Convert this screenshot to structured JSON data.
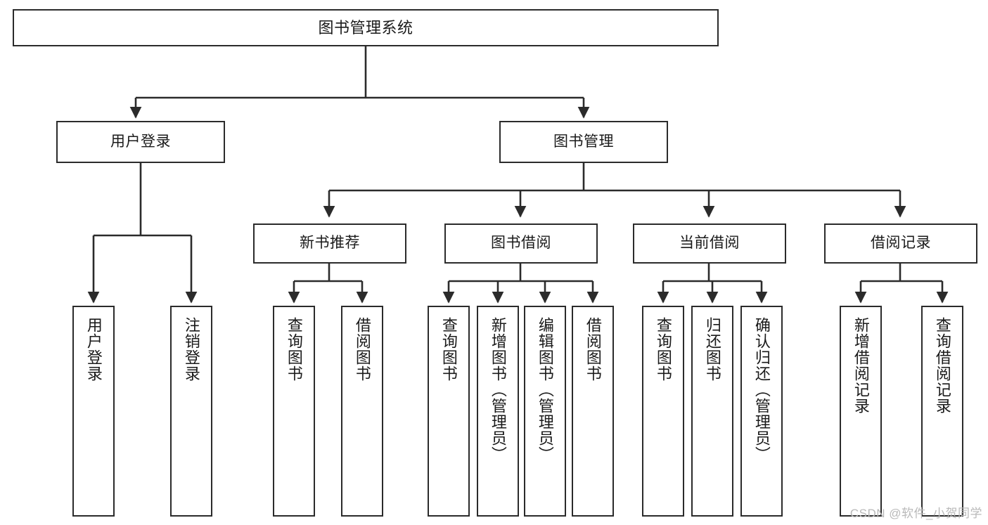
{
  "diagram": {
    "title": "图书管理系统",
    "watermark": "CSDN @软件_小贺同学",
    "colors": {
      "background": "#ffffff",
      "stroke": "#2b2b2b",
      "text": "#1a1a1a",
      "watermark": "#b9b9b9"
    },
    "nodes": {
      "root": {
        "label": "图书管理系统"
      },
      "level2": [
        {
          "id": "user-login",
          "label": "用户登录"
        },
        {
          "id": "book-management",
          "label": "图书管理"
        }
      ],
      "level3": [
        {
          "id": "new-book-recommend",
          "label": "新书推荐"
        },
        {
          "id": "book-borrow",
          "label": "图书借阅"
        },
        {
          "id": "current-borrow",
          "label": "当前借阅"
        },
        {
          "id": "borrow-record",
          "label": "借阅记录"
        }
      ],
      "leaves": {
        "user_login": [
          {
            "id": "leaf-user-login",
            "label": "用户登录"
          },
          {
            "id": "leaf-logout-login",
            "label": "注销登录"
          }
        ],
        "new_book_recommend": [
          {
            "id": "leaf-query-book-1",
            "label": "查询图书"
          },
          {
            "id": "leaf-borrow-book-1",
            "label": "借阅图书"
          }
        ],
        "book_borrow": [
          {
            "id": "leaf-query-book-2",
            "label": "查询图书"
          },
          {
            "id": "leaf-add-book-admin",
            "label": "新增图书（管理员）"
          },
          {
            "id": "leaf-edit-book-admin",
            "label": "编辑图书（管理员）"
          },
          {
            "id": "leaf-borrow-book-2",
            "label": "借阅图书"
          }
        ],
        "current_borrow": [
          {
            "id": "leaf-query-book-3",
            "label": "查询图书"
          },
          {
            "id": "leaf-return-book",
            "label": "归还图书"
          },
          {
            "id": "leaf-confirm-return-admin",
            "label": "确认归还（管理员）"
          }
        ],
        "borrow_record": [
          {
            "id": "leaf-add-borrow-record",
            "label": "新增借阅记录"
          },
          {
            "id": "leaf-query-borrow-record",
            "label": "查询借阅记录"
          }
        ]
      }
    }
  }
}
